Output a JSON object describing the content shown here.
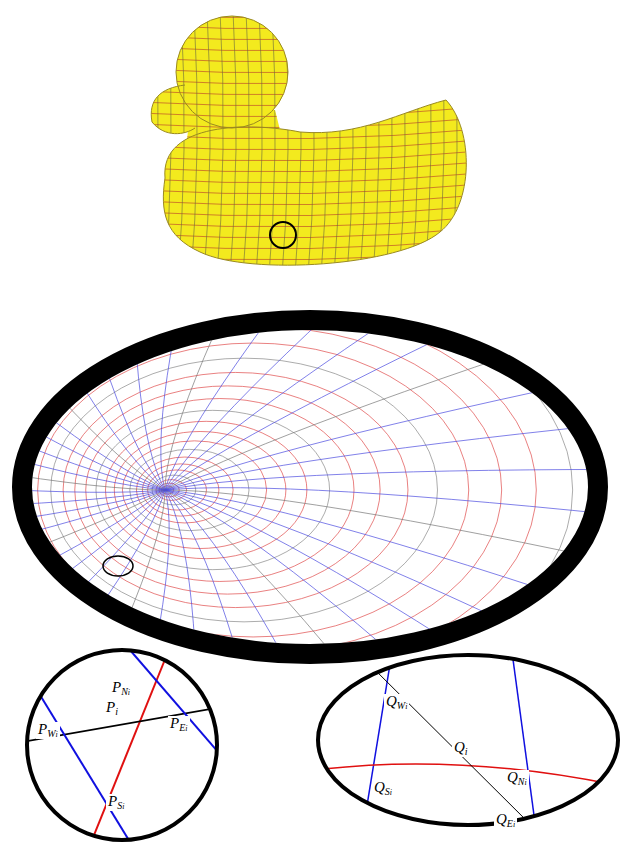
{
  "diagram": {
    "labels": [
      "PNi",
      "PWi",
      "Pi",
      "PEi",
      "PSi",
      "QWi",
      "Qi",
      "QSi",
      "QNi",
      "QEi"
    ]
  }
}
